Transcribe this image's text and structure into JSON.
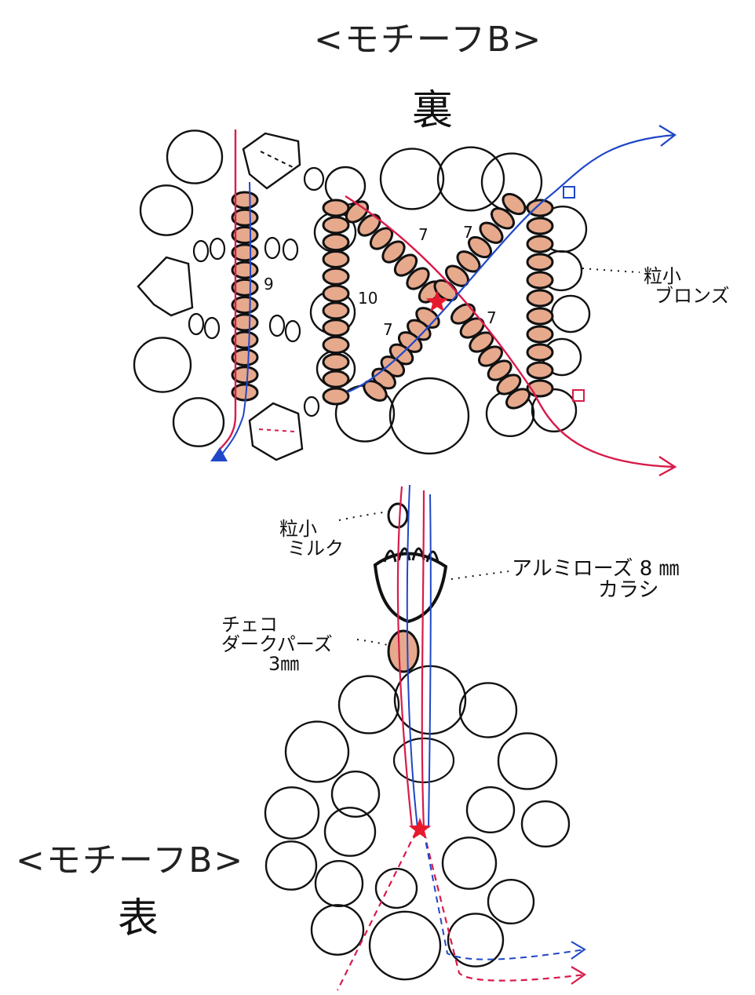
{
  "top": {
    "title": "<モチーフB>",
    "side": "裏",
    "counts": {
      "col_a": "9",
      "col_b": "10",
      "diag_ul": "7",
      "diag_ur": "7",
      "diag_ll": "7",
      "diag_lr": "7"
    },
    "bead_label": {
      "line1": "粒小",
      "line2": "ブロンズ"
    }
  },
  "bottom": {
    "title": "<モチーフB>",
    "side": "表",
    "top_bead_label": {
      "line1": "粒小",
      "line2": "ミルク"
    },
    "rose_label": {
      "line1": "アルミローズ 8 ㎜",
      "line2": "カラシ"
    },
    "czech_label": {
      "line1": "チェコ",
      "line2": "ダークパーズ",
      "line3": "3㎜"
    }
  },
  "colors": {
    "thread_red": "#d81b4a",
    "thread_blue": "#1f47c8",
    "bead_fill": "#e6a98c",
    "star": "#e8192c",
    "ink": "#111111"
  }
}
